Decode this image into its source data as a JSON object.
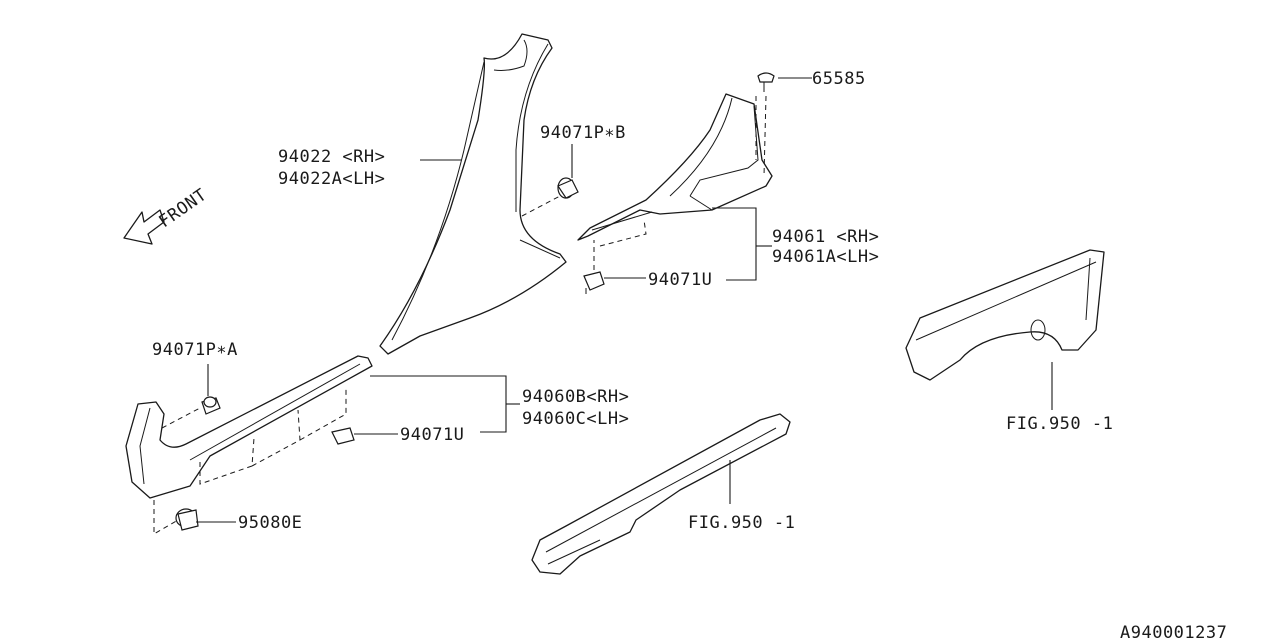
{
  "labels": {
    "p94022_rh": "94022 <RH>",
    "p94022_lh": "94022A<LH>",
    "p94071pb": "94071P∗B",
    "p65585": "65585",
    "p94061_rh": "94061 <RH>",
    "p94061_lh": "94061A<LH>",
    "p94071u_upper": "94071U",
    "p94071pa": "94071P∗A",
    "p94060_rh": "94060B<RH>",
    "p94060_lh": "94060C<LH>",
    "p94071u_lower": "94071U",
    "p95080e": "95080E",
    "fig_center": "FIG.950 -1",
    "fig_right": "FIG.950 -1",
    "front": "FRONT",
    "diagram_id": "A940001237"
  },
  "icons": {
    "front_arrow": "front-arrow-icon"
  }
}
